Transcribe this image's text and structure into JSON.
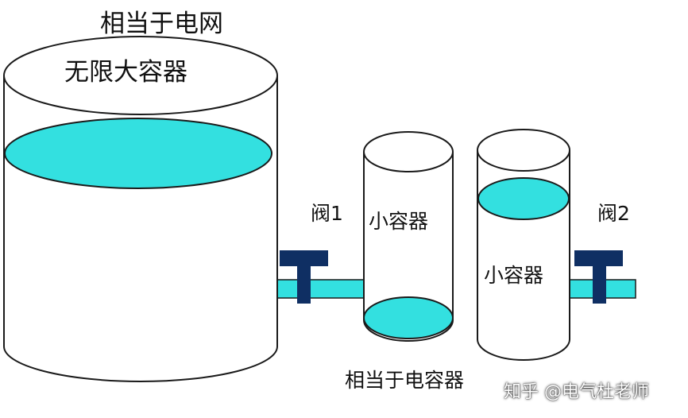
{
  "labels": {
    "grid_title": "相当于电网",
    "big_tank": "无限大容器",
    "valve1": "阀1",
    "valve2": "阀2",
    "small_tank_1": "小容器",
    "small_tank_2": "小容器",
    "capacitor_caption": "相当于电容器"
  },
  "watermark": "知乎 @电气杜老师",
  "colors": {
    "water": "#33e0e0",
    "valve": "#0f2f63",
    "outline": "#1a1a1a",
    "background": "#ffffff"
  }
}
